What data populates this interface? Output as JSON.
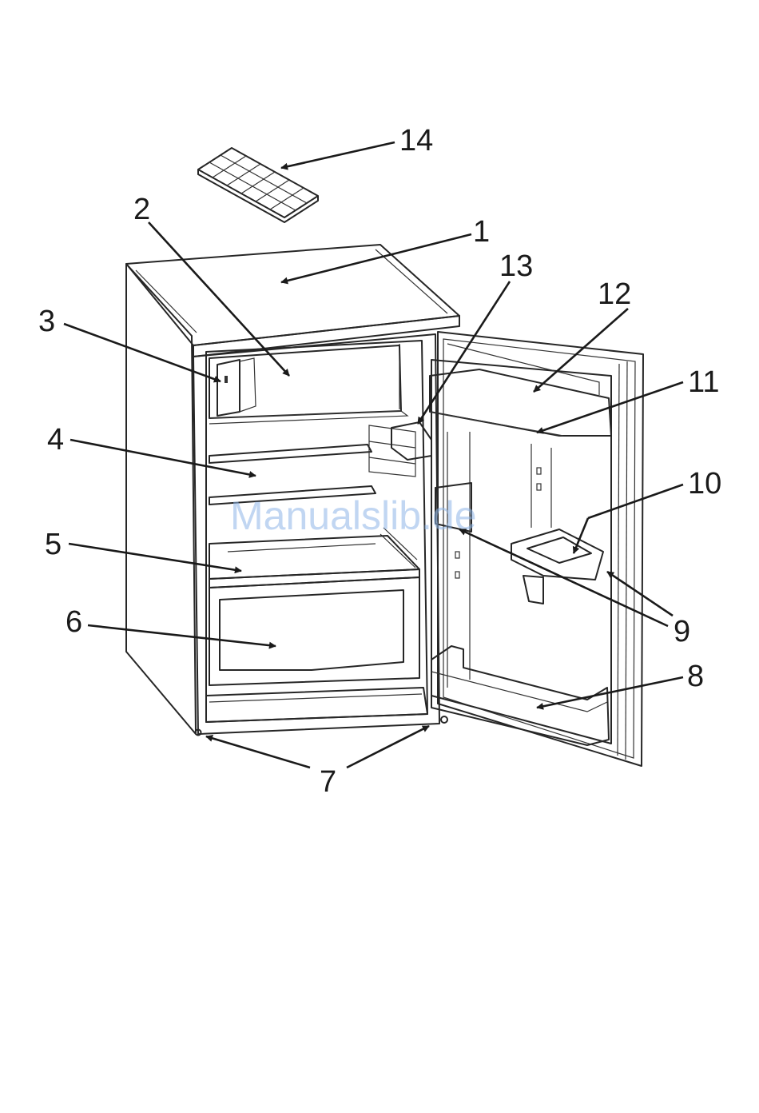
{
  "watermark": "Manualslib.de",
  "callouts": {
    "c1": "1",
    "c2": "2",
    "c3": "3",
    "c4": "4",
    "c5": "5",
    "c6": "6",
    "c7": "7",
    "c8": "8",
    "c9": "9",
    "c10": "10",
    "c11": "11",
    "c12": "12",
    "c13": "13",
    "c14": "14"
  }
}
